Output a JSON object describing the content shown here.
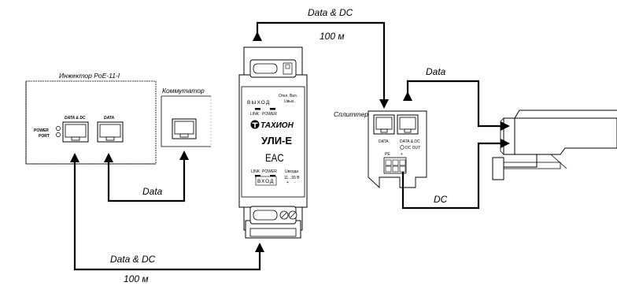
{
  "labels": {
    "injector": "Инжектор PoE-11-I",
    "switch": "Коммутатор",
    "splitter": "Сплиттер PoE-11-S",
    "data_dc_top": "Data & DC",
    "dist_top": "100 м",
    "data_left": "Data",
    "data_dc_bottom": "Data & DC",
    "dist_bottom": "100 м",
    "data_right": "Data",
    "dc_right": "DC"
  },
  "injector": {
    "power_label": "POWER",
    "port_label": "PORT",
    "port1_label": "DATA & DC",
    "port2_label": "DATA"
  },
  "device": {
    "vyhod": "ВЫХОД",
    "otkl_vkl": "Откл. Вкл.",
    "uvykh": "Uвых.",
    "link": "LINK",
    "power": "POWER",
    "brand": "ТАХИОН",
    "model": "УЛИ-Е",
    "eac": "EAC",
    "link_bottom": "LINK",
    "power_bottom": "POWER",
    "vkhod": "ВХОД",
    "uvkhoda": "Uвхода",
    "voltage": "11...55 В",
    "plus": "+",
    "minus": "-"
  },
  "splitter": {
    "data": "DATA",
    "data_dc": "DATA & DC",
    "dc_out": "DC OUT",
    "pe": "PE",
    "plus": "+"
  },
  "colors": {
    "line": "#000000",
    "device_fill": "#ffffff"
  }
}
